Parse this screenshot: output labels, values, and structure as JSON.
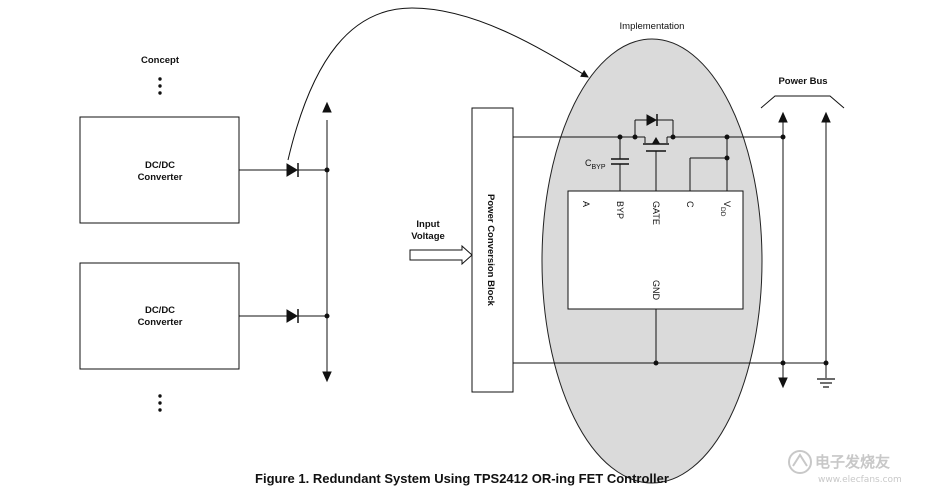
{
  "labels": {
    "concept": "Concept",
    "implementation": "Implementation",
    "power_bus": "Power Bus",
    "input_voltage_line1": "Input",
    "input_voltage_line2": "Voltage",
    "converter_top_line1": "DC/DC",
    "converter_top_line2": "Converter",
    "converter_bottom_line1": "DC/DC",
    "converter_bottom_line2": "Converter",
    "power_conversion_block": "Power Conversion Block",
    "cbyp_main": "C",
    "cbyp_sub": "BYP"
  },
  "ic_pins": {
    "a": "A",
    "byp": "BYP",
    "gate": "GATE",
    "c": "C",
    "vdd_main": "V",
    "vdd_sub": "DD",
    "gnd": "GND"
  },
  "caption": "Figure 1. Redundant System Using TPS2412 OR-ing FET Controller",
  "watermark": {
    "text": "电子发烧友",
    "url": "www.elecfans.com"
  },
  "colors": {
    "line": "#111111",
    "ellipse_fill": "#dadada",
    "ellipse_stroke": "#222222",
    "background": "#ffffff"
  }
}
